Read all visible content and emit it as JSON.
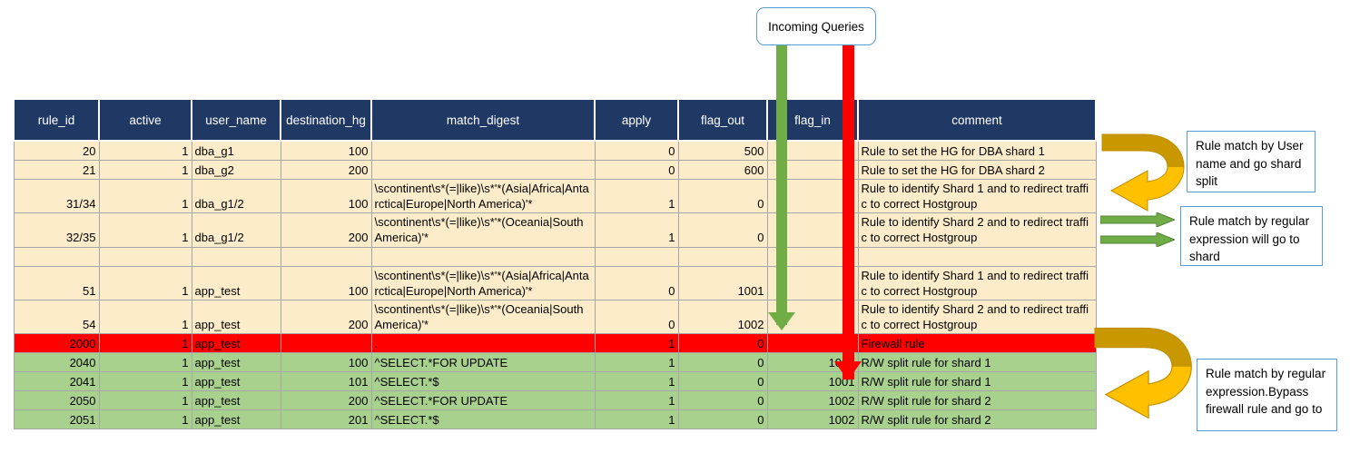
{
  "diagram": {
    "incoming_label": "Incoming Queries"
  },
  "table": {
    "columns": [
      "rule_id",
      "active",
      "user_name",
      "destination_hg",
      "match_digest",
      "apply",
      "flag_out",
      "flag_in",
      "comment"
    ],
    "rows": [
      {
        "style": "cream",
        "height": "normal",
        "rule_id": "20",
        "active": "1",
        "user_name": "dba_g1",
        "destination_hg": "100",
        "match_digest": "",
        "apply": "0",
        "flag_out": "500",
        "flag_in": "0",
        "comment": "Rule to set the HG for DBA shard 1"
      },
      {
        "style": "cream",
        "height": "normal",
        "rule_id": "21",
        "active": "1",
        "user_name": "dba_g2",
        "destination_hg": "200",
        "match_digest": "",
        "apply": "0",
        "flag_out": "600",
        "flag_in": "0",
        "comment": "Rule to set the HG for DBA shard 2"
      },
      {
        "style": "cream",
        "height": "tall",
        "rule_id": "31/34",
        "active": "1",
        "user_name": "dba_g1/2",
        "destination_hg": "100",
        "match_digest": "\\scontinent\\s*(=|like)\\s*'*(Asia|Africa|Antarctica|Europe|North America)'*",
        "apply": "1",
        "flag_out": "0",
        "flag_in": "0",
        "comment": "Rule to identify Shard 1 and to redirect traffic to correct Hostgroup"
      },
      {
        "style": "cream",
        "height": "tall2",
        "rule_id": "32/35",
        "active": "1",
        "user_name": "dba_g1/2",
        "destination_hg": "200",
        "match_digest": "\\scontinent\\s*(=|like)\\s*'*(Oceania|South America)'*",
        "apply": "1",
        "flag_out": "0",
        "flag_in": "0",
        "comment": "Rule to identify Shard 2 and to redirect traffic to correct Hostgroup"
      },
      {
        "style": "cream",
        "height": "spacer",
        "rule_id": "",
        "active": "",
        "user_name": "",
        "destination_hg": "",
        "match_digest": "",
        "apply": "",
        "flag_out": "",
        "flag_in": "",
        "comment": ""
      },
      {
        "style": "cream",
        "height": "tall",
        "rule_id": "51",
        "active": "1",
        "user_name": "app_test",
        "destination_hg": "100",
        "match_digest": "\\scontinent\\s*(=|like)\\s*'*(Asia|Africa|Antarctica|Europe|North America)'*",
        "apply": "0",
        "flag_out": "1001",
        "flag_in": "0",
        "comment": "Rule to identify Shard 1 and to redirect traffic to correct Hostgroup"
      },
      {
        "style": "cream",
        "height": "tall2",
        "rule_id": "54",
        "active": "1",
        "user_name": "app_test",
        "destination_hg": "200",
        "match_digest": "\\scontinent\\s*(=|like)\\s*'*(Oceania|South America)'*",
        "apply": "0",
        "flag_out": "1002",
        "flag_in": "0",
        "comment": "Rule to identify Shard 2 and to redirect traffic to correct Hostgroup"
      },
      {
        "style": "red",
        "height": "normal",
        "rule_id": "2000",
        "active": "1",
        "user_name": "app_test",
        "destination_hg": "",
        "match_digest": ".",
        "apply": "1",
        "flag_out": "0",
        "flag_in": "0",
        "comment": "Firewall rule"
      },
      {
        "style": "green",
        "height": "normal",
        "rule_id": "2040",
        "active": "1",
        "user_name": "app_test",
        "destination_hg": "100",
        "match_digest": "^SELECT.*FOR UPDATE",
        "apply": "1",
        "flag_out": "0",
        "flag_in": "1001",
        "comment": "R/W split rule for shard 1"
      },
      {
        "style": "green",
        "height": "normal",
        "rule_id": "2041",
        "active": "1",
        "user_name": "app_test",
        "destination_hg": "101",
        "match_digest": "^SELECT.*$",
        "apply": "1",
        "flag_out": "0",
        "flag_in": "1001",
        "comment": "R/W split rule for shard 1"
      },
      {
        "style": "green",
        "height": "normal",
        "rule_id": "2050",
        "active": "1",
        "user_name": "app_test",
        "destination_hg": "200",
        "match_digest": "^SELECT.*FOR UPDATE",
        "apply": "1",
        "flag_out": "0",
        "flag_in": "1002",
        "comment": "R/W split rule for shard 2"
      },
      {
        "style": "green",
        "height": "normal",
        "rule_id": "2051",
        "active": "1",
        "user_name": "app_test",
        "destination_hg": "201",
        "match_digest": "^SELECT.*$",
        "apply": "1",
        "flag_out": "0",
        "flag_in": "1002",
        "comment": "R/W split rule for shard 2"
      }
    ]
  },
  "callouts": {
    "user_match": "Rule match by User name and go shard split",
    "regex_match": "Rule match by regular expression will go to shard",
    "bypass": "Rule match by regular expression.Bypass firewall rule and go to"
  },
  "colors": {
    "header_bg": "#1f3864",
    "cream_row": "#fcecc9",
    "green_row": "#a9d18e",
    "red_row": "#ff0000",
    "green_arrow": "#70ad47",
    "red_arrow": "#ff0000",
    "orange_arrow": "#ffc000",
    "callout_border": "#5b9bd5"
  }
}
